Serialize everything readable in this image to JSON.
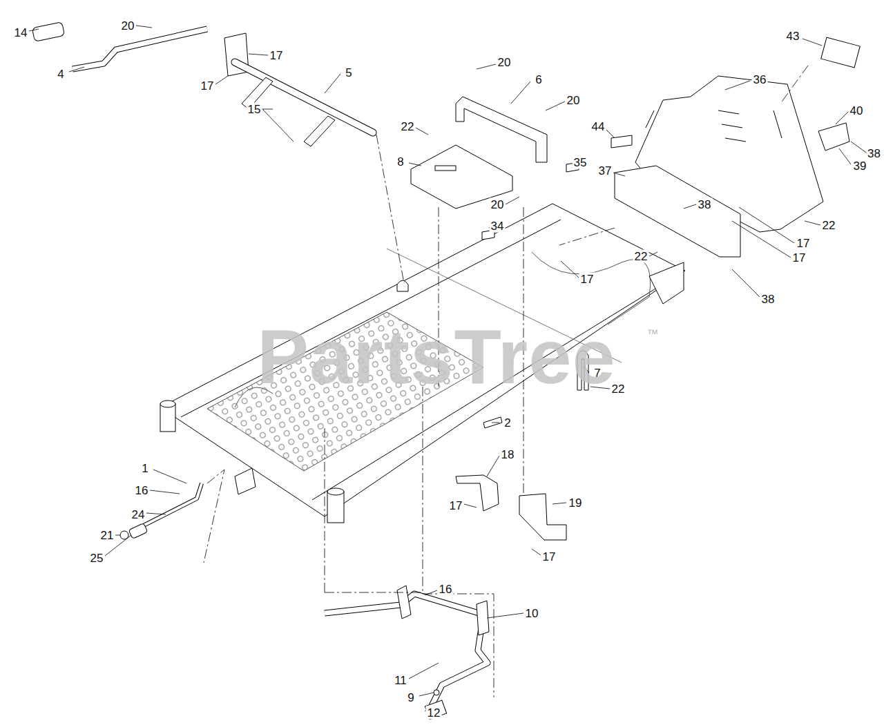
{
  "diagram": {
    "labels": [
      "20",
      "14",
      "17",
      "4",
      "17",
      "5",
      "15",
      "20",
      "6",
      "20",
      "22",
      "8",
      "20",
      "35",
      "34",
      "36",
      "43",
      "44",
      "40",
      "38",
      "39",
      "37",
      "38",
      "22",
      "17",
      "17",
      "22",
      "17",
      "38",
      "7",
      "22",
      "2",
      "18",
      "17",
      "19",
      "17",
      "1",
      "16",
      "24",
      "21",
      "25",
      "16",
      "10",
      "11",
      "9",
      "12",
      "PartsTree",
      "™"
    ]
  }
}
